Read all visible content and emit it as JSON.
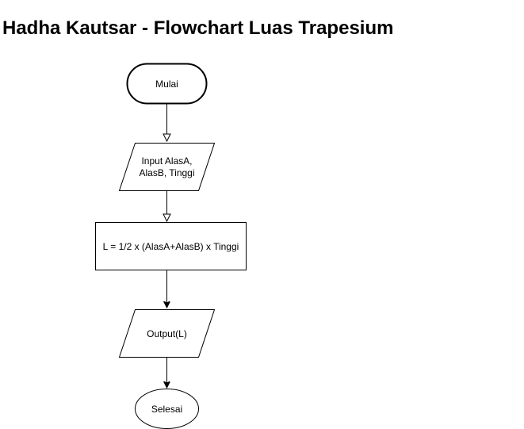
{
  "title": "Hadha Kautsar - Flowchart Luas Trapesium",
  "colors": {
    "stroke": "#000000",
    "fill": "#ffffff",
    "text": "#000000"
  },
  "nodes": {
    "start": {
      "label": "Mulai"
    },
    "input": {
      "line1": "Input AlasA,",
      "line2": "AlasB, Tinggi"
    },
    "process": {
      "label": "L = 1/2 x (AlasA+AlasB) x Tinggi"
    },
    "output": {
      "label": "Output(L)"
    },
    "end": {
      "label": "Selesai"
    }
  }
}
